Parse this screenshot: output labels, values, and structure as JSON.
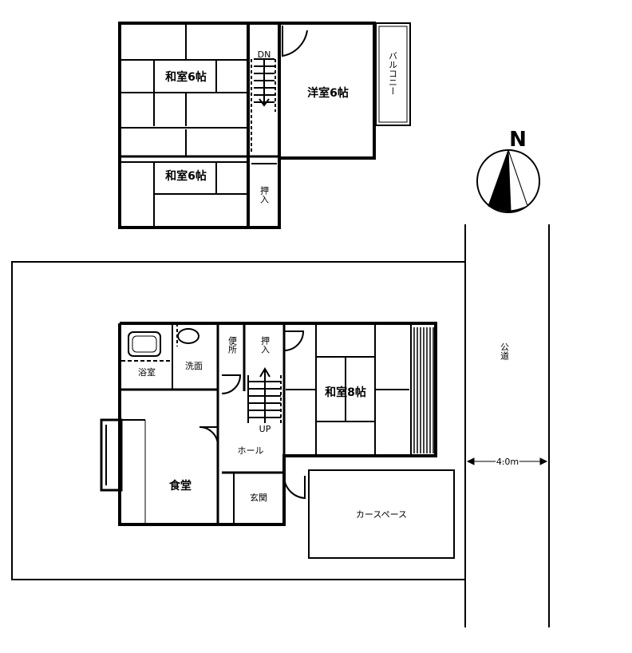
{
  "upper_floor": {
    "room_wa1": "和室6帖",
    "room_wa2": "和室6帖",
    "room_yo": "洋室6帖",
    "balcony": "バルコニー",
    "stairs": "DN",
    "closet": "押入"
  },
  "ground_floor": {
    "room_wa8": "和室8帖",
    "bath": "浴室",
    "wash": "洗面",
    "toilet": "便所",
    "closet": "押入",
    "stairs": "UP",
    "hall": "ホール",
    "dining": "食堂",
    "entrance": "玄関",
    "carport": "カースペース"
  },
  "site": {
    "road": "公道",
    "road_width": "4.0m"
  },
  "compass": {
    "north": "N",
    "icon": "north-arrow-icon"
  }
}
